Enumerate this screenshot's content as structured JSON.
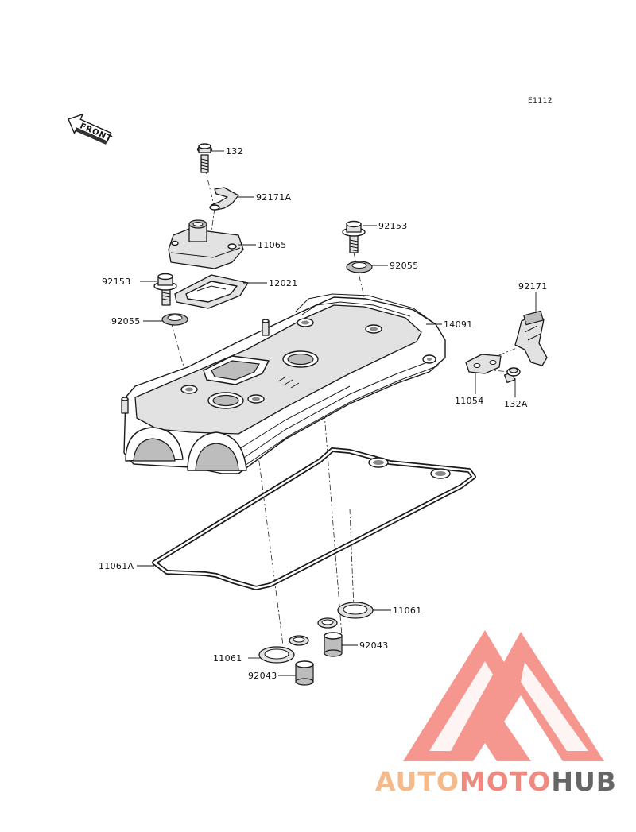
{
  "diagram": {
    "code": "E1112",
    "front_label": "FRONT",
    "parts": {
      "p132": "132",
      "p92171A": "92171A",
      "p11065": "11065",
      "p92153_right": "92153",
      "p92055_right": "92055",
      "p92153_left": "92153",
      "p12021": "12021",
      "p92171": "92171",
      "p92055_left": "92055",
      "p14091": "14091",
      "p11054": "11054",
      "p132A": "132A",
      "p11061A": "11061A",
      "p11061_right": "11061",
      "p11061_left": "11061",
      "p92043_right": "92043",
      "p92043_left": "92043"
    }
  },
  "watermark": {
    "text_part1": "AUTO",
    "text_part2": "MOTO",
    "text_part3": "HUB",
    "color_light": "#f6b98a",
    "color_mid": "#f08a80",
    "color_dark": "#666666",
    "logo_color": "#f4847c"
  }
}
